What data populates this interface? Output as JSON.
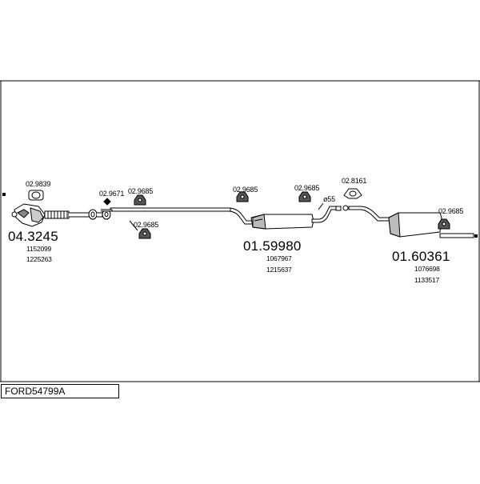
{
  "title": "FORD54799A",
  "parts": {
    "catalyst": {
      "number": "04.3245",
      "refs": [
        "1152099",
        "1225263"
      ]
    },
    "middle_silencer": {
      "number": "01.59980",
      "refs": [
        "1067967",
        "1215637"
      ]
    },
    "rear_silencer": {
      "number": "01.60361",
      "refs": [
        "1076698",
        "1133517"
      ]
    }
  },
  "fittings": {
    "gasket_front": "02.9839",
    "clamp": "02.9671",
    "hanger_1": "02.9685",
    "hanger_2": "02.9685",
    "hanger_3": "02.9685",
    "hanger_4": "02.9685",
    "hanger_5": "02.9685",
    "gasket_rear": "02.8161",
    "pipe_diameter": "ø55"
  },
  "colors": {
    "line": "#000000",
    "background": "#ffffff"
  }
}
